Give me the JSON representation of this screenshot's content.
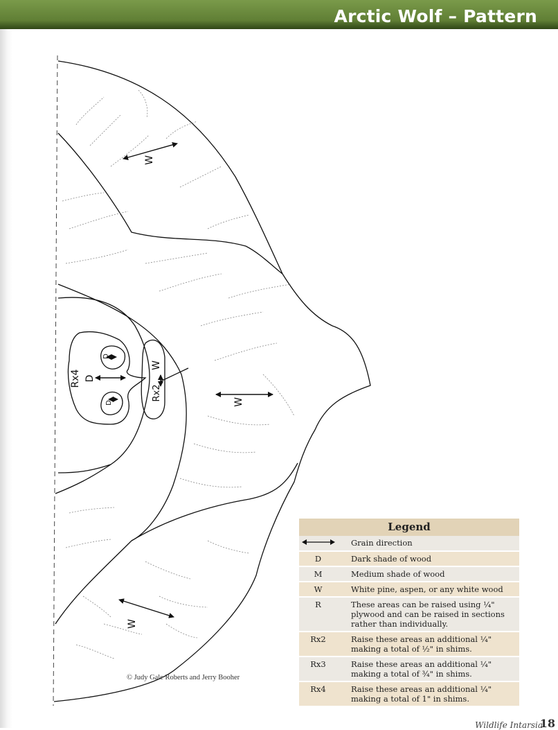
{
  "header": {
    "title": "Arctic Wolf – Pattern"
  },
  "pattern": {
    "labels": {
      "w_upper": "W",
      "w_middle": "W",
      "w_lower": "W",
      "w_muzzle": "W",
      "rx4": "Rx4",
      "d_nose": "D",
      "rx2": "Rx2",
      "d_nostril_upper": "D",
      "d_nostril_lower": "D"
    }
  },
  "legend": {
    "title": "Legend",
    "rows": [
      {
        "key": "↔",
        "desc": "Grain direction",
        "key_icon": "grain-arrow-icon"
      },
      {
        "key": "D",
        "desc": "Dark shade of wood"
      },
      {
        "key": "M",
        "desc": "Medium shade of wood"
      },
      {
        "key": "W",
        "desc": "White pine, aspen, or any white wood"
      },
      {
        "key": "R",
        "desc": "These areas can be raised using ¼\" plywood and can be raised in sections rather than individually."
      },
      {
        "key": "Rx2",
        "desc": "Raise these areas an additional ¼\" making a total of ½\" in shims."
      },
      {
        "key": "Rx3",
        "desc": "Raise these areas an additional ¼\" making a total of ¾\" in shims."
      },
      {
        "key": "Rx4",
        "desc": "Raise these areas an additional ¼\" making a total of 1\" in shims."
      }
    ]
  },
  "copyright": "© Judy Gale Roberts and Jerry Booher",
  "footer": {
    "book_title": "Wildlife Intarsia",
    "page_number": "18"
  }
}
